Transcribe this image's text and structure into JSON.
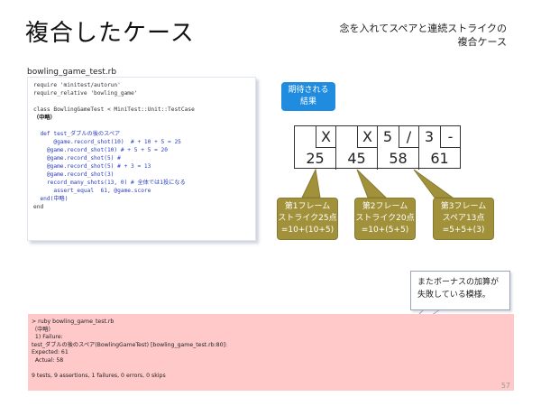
{
  "title": "複合したケース",
  "subtitle_lines": [
    "念を入れてスペアと連続ストライクの",
    "複合ケース"
  ],
  "file_label": "bowling_game_test.rb",
  "code_lines": [
    {
      "text": "require 'minitest/autorun'",
      "style": "black"
    },
    {
      "text": "require_relative 'bowling_game'",
      "style": "black"
    },
    {
      "text": "",
      "style": "black"
    },
    {
      "text": "class BowlingGameTest < MiniTest::Unit::TestCase",
      "style": "black"
    },
    {
      "text": "（中略）",
      "style": "bold"
    },
    {
      "text": "",
      "style": "black"
    },
    {
      "text": "  def test_ダブルの後のスペア",
      "style": "blue"
    },
    {
      "text": "      @game.record_shot(10)  # + 10 + 5 = 25",
      "style": "blue"
    },
    {
      "text": "    @game.record_shot(10) # + 5 + 5 = 20",
      "style": "blue"
    },
    {
      "text": "    @game.record_shot(5) #",
      "style": "blue"
    },
    {
      "text": "    @game.record_shot(5) # + 3 = 13",
      "style": "blue"
    },
    {
      "text": "    @game.record_shot(3)",
      "style": "blue"
    },
    {
      "text": "    record_many_shots(13, 0) # 全体では1投になる",
      "style": "blue"
    },
    {
      "text": "      assert_equal  61, @game.score",
      "style": "blue"
    },
    {
      "text": "  end(中略)",
      "style": "blue"
    },
    {
      "text": "end",
      "style": "black"
    }
  ],
  "expected_callout": [
    "期待される",
    "結果"
  ],
  "score_sheet": {
    "frames": [
      {
        "rolls": [
          "",
          "X"
        ],
        "total": "25"
      },
      {
        "rolls": [
          "",
          "X"
        ],
        "total": "45"
      },
      {
        "rolls": [
          "5",
          "/"
        ],
        "total": "58"
      },
      {
        "rolls": [
          "3",
          "-"
        ],
        "total": "61"
      }
    ]
  },
  "frame_callouts": [
    {
      "lines": [
        "第1フレーム",
        "ストライク25点",
        "=10+(10+5)"
      ]
    },
    {
      "lines": [
        "第2フレーム",
        "ストライク20点",
        "=10+(5+5)"
      ]
    },
    {
      "lines": [
        "第3フレーム",
        "スペア13点",
        "=5+5+(3)"
      ]
    }
  ],
  "bonus_callout": [
    "またボーナスの加算が",
    "失敗している模様。"
  ],
  "output_lines": [
    "> ruby bowling_game_test.rb",
    "（中略）",
    "  1) Failure:",
    "test_ダブルの後のスペア(BowlingGameTest) [bowling_game_test.rb:80]:",
    "Expected: 61",
    "  Actual: 58",
    "",
    "9 tests, 9 assertions, 1 failures, 0 errors, 0 skips"
  ],
  "page_number": "57",
  "colors": {
    "blue_callout": "#1f8cdf",
    "olive_callout": "#a1913a",
    "output_bg": "#ffc9c9",
    "code_blue": "#2a3dbf"
  }
}
